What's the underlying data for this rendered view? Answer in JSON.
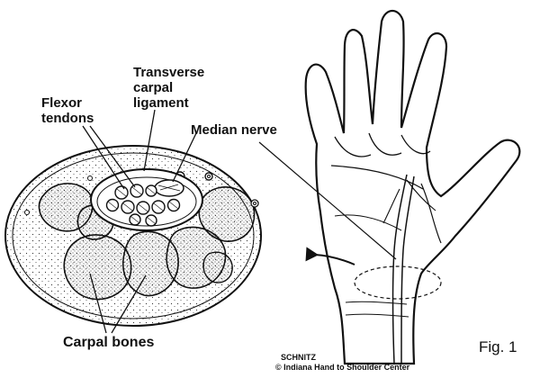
{
  "labels": {
    "transverse_line1": "Transverse",
    "transverse_line2": "carpal",
    "transverse_line3": "ligament",
    "flexor_line1": "Flexor",
    "flexor_line2": "tendons",
    "median_nerve": "Median nerve",
    "carpal_bones": "Carpal bones"
  },
  "credit": {
    "artist": "SCHNITZ",
    "copyright": "© Indiana Hand to Shoulder Center"
  },
  "figure_label": "Fig. 1"
}
